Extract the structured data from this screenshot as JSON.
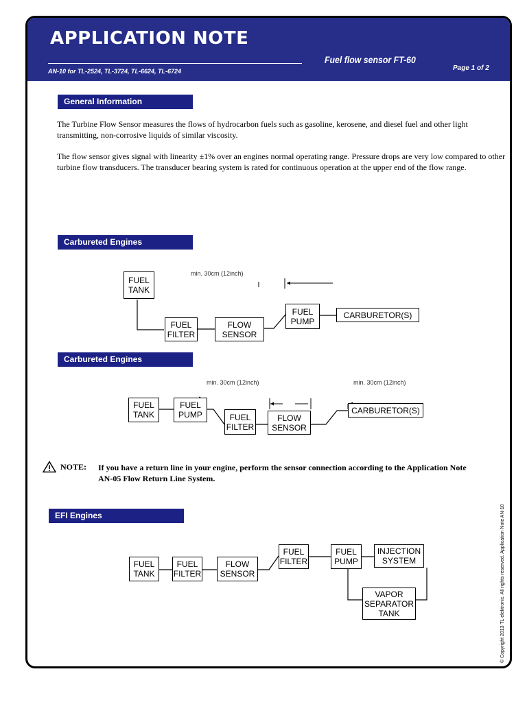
{
  "header": {
    "title": "APPLICATION NOTE",
    "product": "Fuel flow sensor FT-60",
    "page": "Page 1 of 2",
    "models": "AN-10 for TL-2524, TL-3724, TL-6624, TL-6724"
  },
  "sections": {
    "general": {
      "title": "General Information",
      "para1": "The Turbine Flow Sensor measures the flows of hydrocarbon fuels such as gasoline, kerosene, and diesel fuel and other light transmitting, non-corrosive liquids of similar viscosity.",
      "para2": "The flow sensor gives signal with linearity ±1% over an engines normal operating range. Pressure drops are very low compared to other turbine flow transducers. The transducer bearing system is rated for continuous operation at the upper end of the flow range."
    },
    "carb1": {
      "title": "Carbureted Engines",
      "distance": "min. 30cm (12inch)",
      "boxes": {
        "tank": "FUEL TANK",
        "filter": "FUEL FILTER",
        "sensor": "FLOW SENSOR",
        "pump": "FUEL PUMP",
        "carb": "CARBURETOR(S)"
      }
    },
    "carb2": {
      "title": "Carbureted Engines",
      "distance1": "min. 30cm (12inch)",
      "distance2": "min. 30cm (12inch)",
      "boxes": {
        "tank": "FUEL TANK",
        "pump": "FUEL PUMP",
        "filter": "FUEL FILTER",
        "sensor": "FLOW SENSOR",
        "carb": "CARBURETOR(S)"
      }
    },
    "efi": {
      "title": "EFI Engines",
      "boxes": {
        "tank": "FUEL TANK",
        "filter1": "FUEL FILTER",
        "sensor": "FLOW SENSOR",
        "filter2": "FUEL FILTER",
        "pump": "FUEL PUMP",
        "injection": "INJECTION SYSTEM",
        "vapor": "VAPOR SEPARATOR TANK"
      }
    }
  },
  "note": {
    "label": "NOTE:",
    "text": "If you have a return line in your engine, perform the sensor connection according to the Application Note AN-05 Flow Return Line System."
  },
  "copyright": "© Copyright 2013 TL elektronic. All rights reserved. Application Note AN-10"
}
